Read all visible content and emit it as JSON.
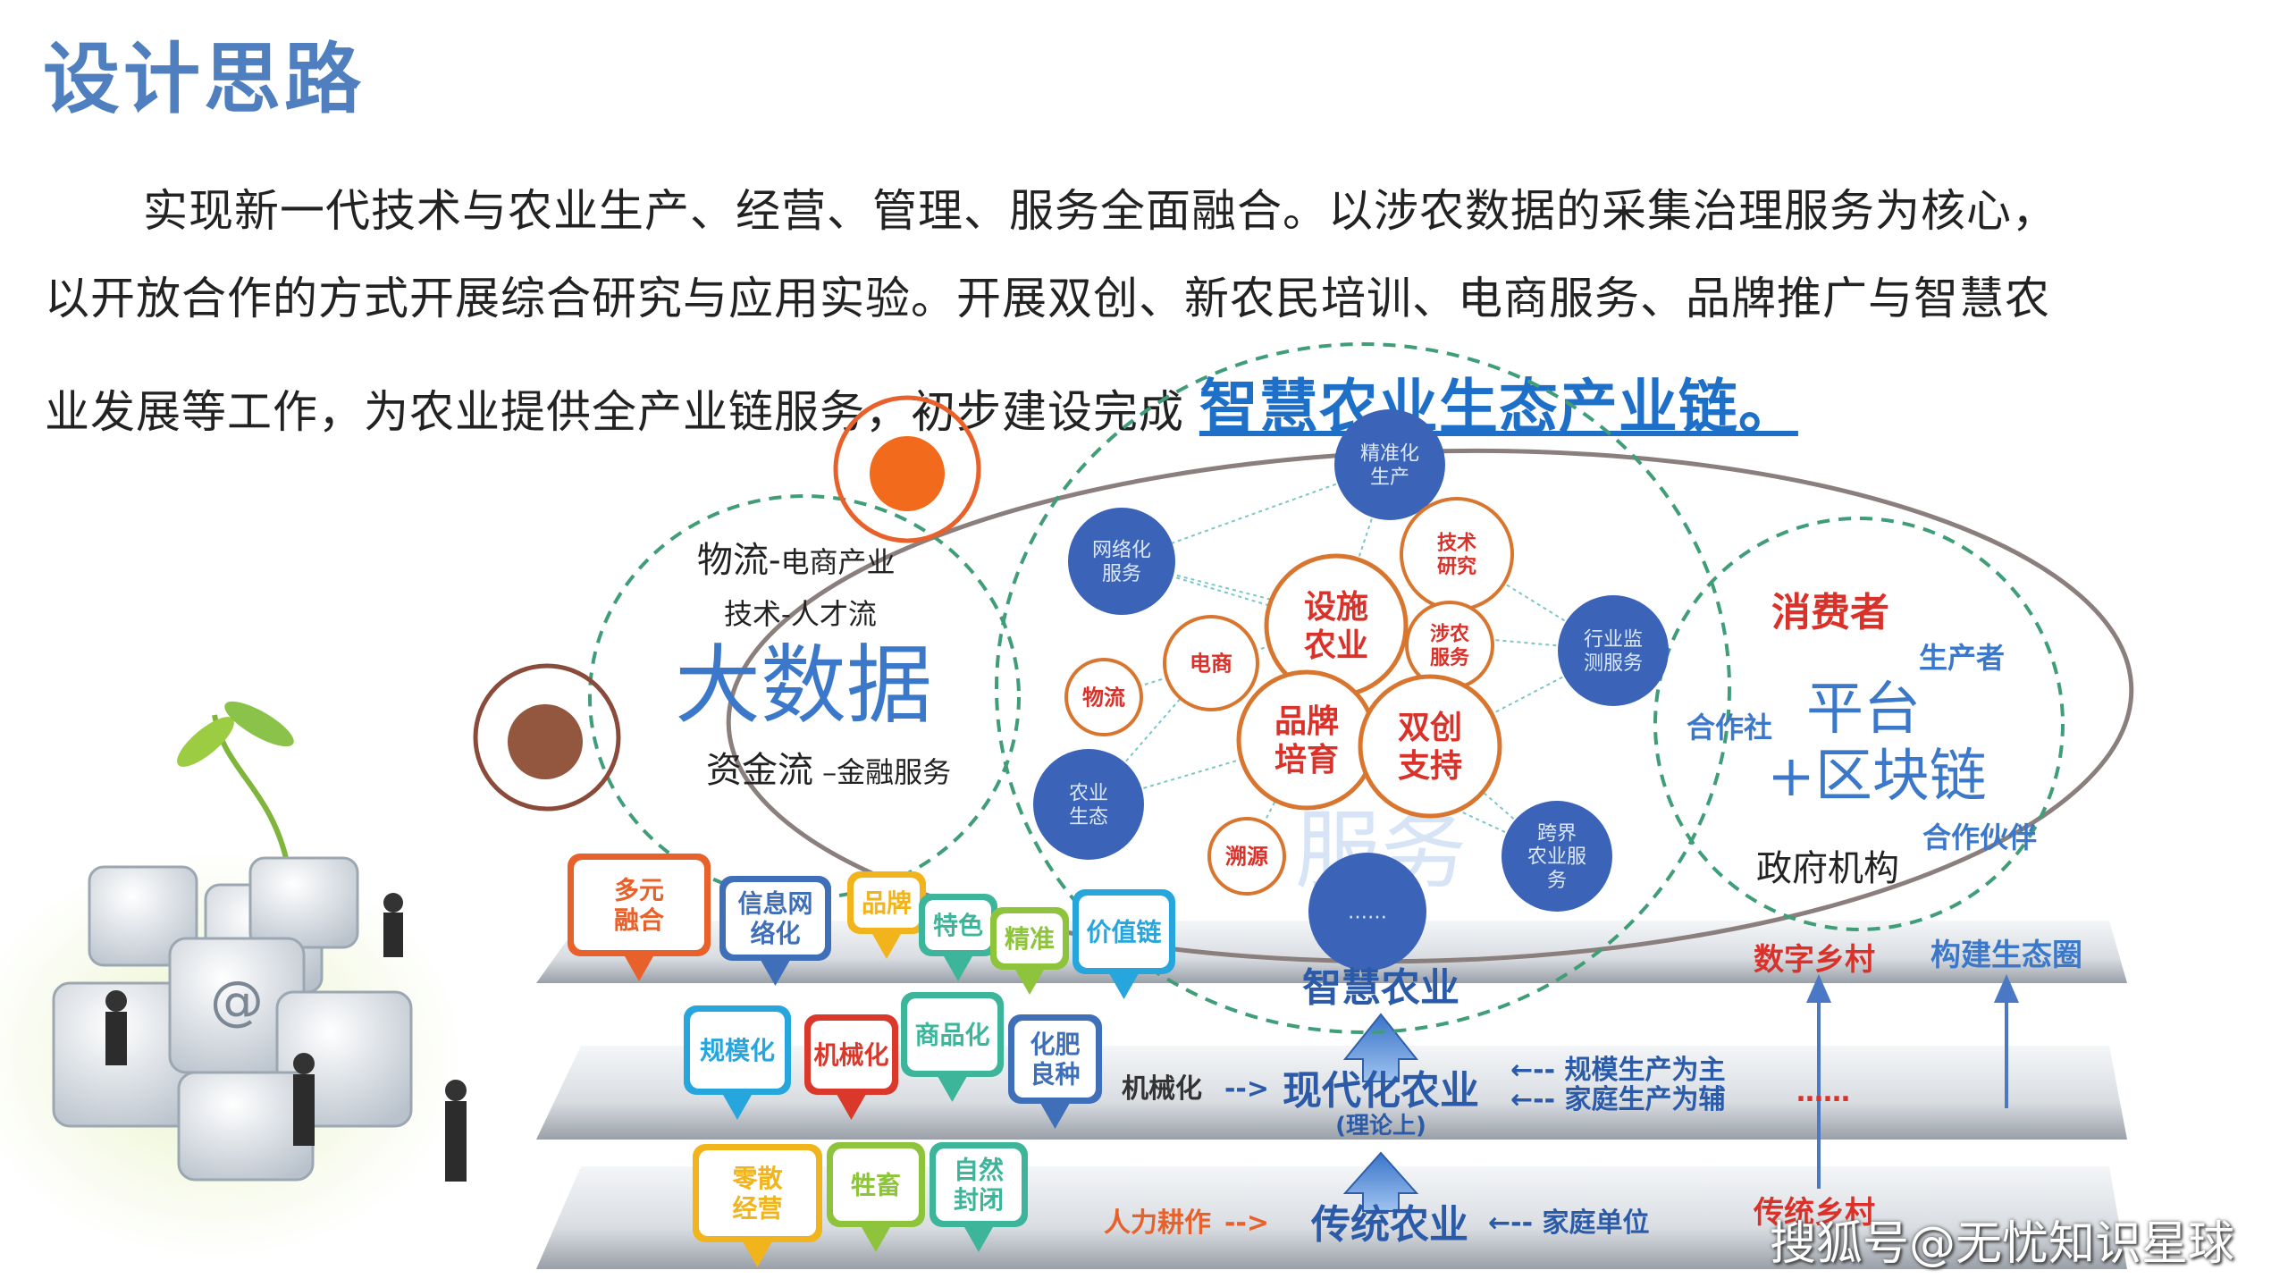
{
  "header": {
    "title": "设计思路",
    "para_line1": "实现新一代技术与农业生产、经营、管理、服务全面融合。以涉农数据的采集治理服务为核心，",
    "para_line2": "以开放合作的方式开展综合研究与应用实验。开展双创、新农民培训、电商服务、品牌推广与智慧农",
    "para_line3": "业发展等工作，为农业提供全产业链服务，初步建设完成",
    "highlight": "智慧农业生态产业链。"
  },
  "bigdata": {
    "line1a": "物流-",
    "line1b": "电商产业",
    "line2": "技术-人才流",
    "main": "大数据",
    "line3a": "资金流",
    "line3b": " –金融服务"
  },
  "services": {
    "center_label": "服务",
    "blue": [
      "精准化\n生产",
      "网络化\n服务",
      "行业监\n测服务",
      "农业\n生态",
      "跨界\n农业服\n务",
      "……"
    ],
    "orange": [
      "技术\n研究",
      "设施\n农业",
      "涉农\n服务",
      "电商",
      "物流",
      "品牌\n培育",
      "双创\n支持",
      "溯源"
    ]
  },
  "platform": {
    "consumer": "消费者",
    "producer": "生产者",
    "coop": "合作社",
    "main1": "平台",
    "main2": "+区块链",
    "partner": "合作伙伴",
    "gov": "政府机构"
  },
  "tags_top": [
    {
      "text": "多元\n融合",
      "color": "#e8602a"
    },
    {
      "text": "信息网\n络化",
      "color": "#3f6fb8"
    },
    {
      "text": "品牌",
      "color": "#f1b41c"
    },
    {
      "text": "特色",
      "color": "#3db59a"
    },
    {
      "text": "精准",
      "color": "#8dc43c"
    },
    {
      "text": "价值链",
      "color": "#26a6dc"
    }
  ],
  "tags_mid": [
    {
      "text": "规模化",
      "color": "#26a6dc"
    },
    {
      "text": "机械化",
      "color": "#d9382a"
    },
    {
      "text": "商品化",
      "color": "#3db59a"
    },
    {
      "text": "化肥\n良种",
      "color": "#3f6fb8"
    }
  ],
  "tags_bot": [
    {
      "text": "零散\n经营",
      "color": "#f1b41c"
    },
    {
      "text": "牲畜",
      "color": "#8dc43c"
    },
    {
      "text": "自然\n封闭",
      "color": "#3db59a"
    }
  ],
  "layers": {
    "top_main": "智慧农业",
    "mid_main": "现代化农业",
    "mid_sub": "(理论上)",
    "mid_left": "机械化",
    "mid_right1": "←-- 规模生产为主",
    "mid_right2": "←-- 家庭生产为辅",
    "bot_main": "传统农业",
    "bot_left": "人力耕作",
    "bot_right": "←-- 家庭单位",
    "digital_village": "数字乡村",
    "eco": "构建生态圈",
    "trad_village": "传统乡村",
    "dots": "……"
  },
  "watermark": "搜狐号@无忧知识星球",
  "colors": {
    "title": "#4f7fbf",
    "blue_node": "#3b64b8",
    "orange": "#d8752f",
    "red": "#d9322a",
    "green_dash": "#3f9d77"
  }
}
